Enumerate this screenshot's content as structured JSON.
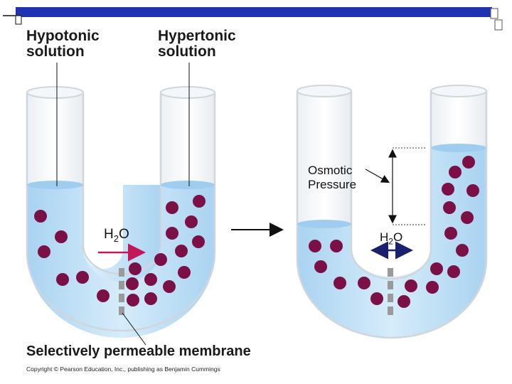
{
  "colors": {
    "header_bar": "#1f33b0",
    "liquid": "#bfe0f5",
    "liquid_surface": "#9fcdef",
    "solute": "#7a1045",
    "membrane": "#9a9a9a",
    "arrow_h2o": "#c2185b"
  },
  "labels": {
    "hypotonic": "Hypotonic\nsolution",
    "hypertonic": "Hypertonic\nsolution",
    "h2o_left_main": "H",
    "h2o_left_sub": "2",
    "h2o_left_end": "O",
    "osmotic": "Osmotic\nPressure",
    "h2o_right_main": "H",
    "h2o_right_sub": "2",
    "h2o_right_end": "O",
    "membrane": "Selectively permeable membrane",
    "copyright": "Copyright © Pearson Education, Inc., publishing as Benjamin Cummings"
  }
}
